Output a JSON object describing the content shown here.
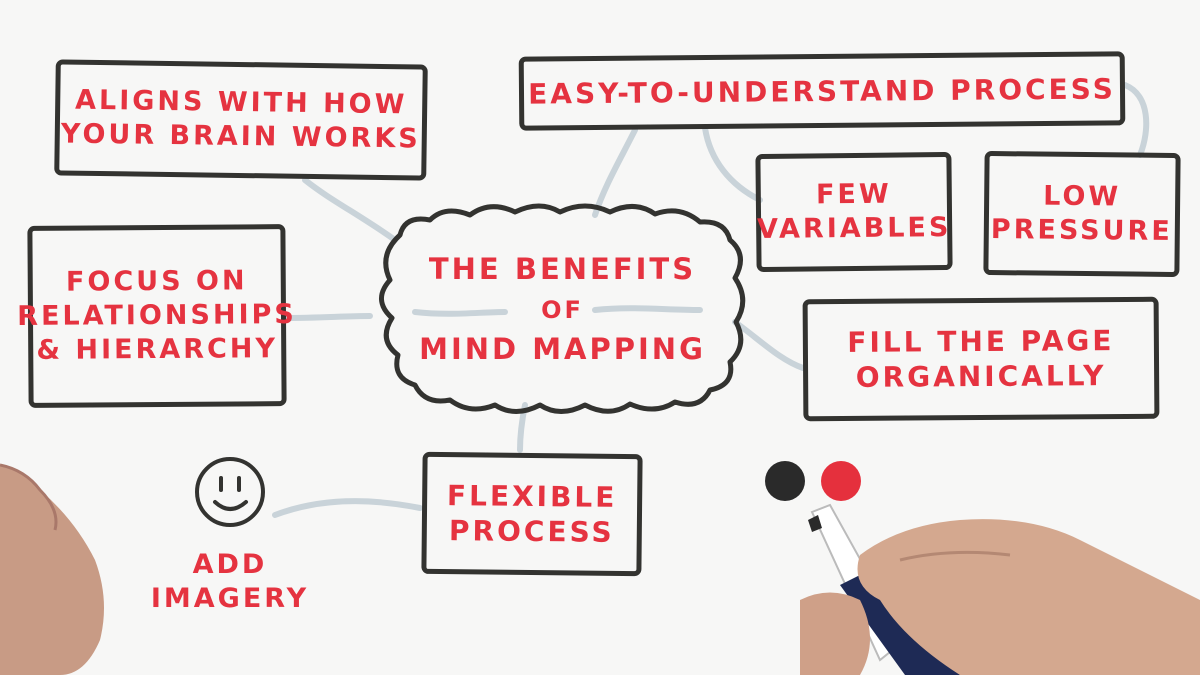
{
  "center": {
    "line1": "THE BENEFITS",
    "line2": "OF",
    "line3": "MIND MAPPING"
  },
  "nodes": {
    "aligns": [
      "ALIGNS WITH HOW",
      "YOUR BRAIN WORKS"
    ],
    "easy": [
      "EASY-TO-UNDERSTAND PROCESS"
    ],
    "few": [
      "FEW",
      "VARIABLES"
    ],
    "low": [
      "LOW",
      "PRESSURE"
    ],
    "focus": [
      "FOCUS ON",
      "RELATIONSHIPS",
      "& HIERARCHY"
    ],
    "fill": [
      "FILL THE PAGE",
      "ORGANICALLY"
    ],
    "flexible": [
      "FLEXIBLE",
      "PROCESS"
    ],
    "imagery": [
      "ADD",
      "IMAGERY"
    ]
  },
  "colors": {
    "ink_red": "#e53340",
    "ink_black": "#333330",
    "connector": "#c9d3d9",
    "paper": "#f7f7f6"
  },
  "icons": [
    "smiley-icon",
    "black-ink-dot-icon",
    "red-ink-dot-icon",
    "marker-pen-icon",
    "hand-icon"
  ]
}
